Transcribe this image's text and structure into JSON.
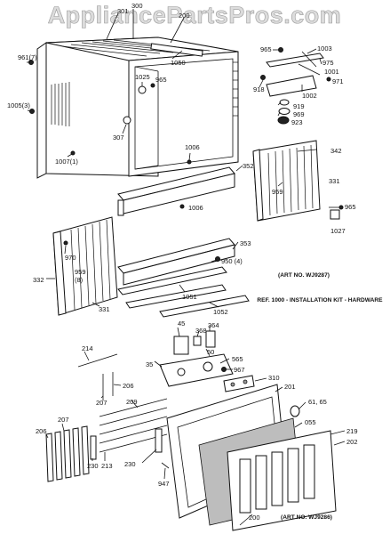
{
  "watermark": "AppliancePartsPros.com",
  "notes": {
    "art_top": "(ART NO. WJ9287)",
    "ref_kit": "REF. 1000 - INSTALLATION KIT - HARDWARE",
    "art_bottom": "(ART NO. WJ9286)"
  },
  "labels": {
    "l301": "301",
    "l300": "300",
    "l200_top": "200",
    "l961": "961(7)",
    "l1050": "1050",
    "l1025": "1025",
    "l965a": "965",
    "l1005": "1005(3)",
    "l307": "307",
    "l1007": "1007(1)",
    "l965b": "965",
    "l1003": "1003",
    "l975": "975",
    "l918": "918",
    "l1001": "1001",
    "l971": "971",
    "l1002": "1002",
    "l919": "919",
    "l969": "969",
    "l923": "923",
    "l1006a": "1006",
    "l352": "352",
    "l342": "342",
    "l331a": "331",
    "l959a": "959",
    "l1006b": "1006",
    "l965c": "965",
    "l1027": "1027",
    "l970": "970",
    "l353": "353",
    "l950": "950 (4)",
    "l332": "332",
    "l959b": "959",
    "l959b2": "(8)",
    "l1051": "1051",
    "l331b": "331",
    "l1052": "1052",
    "l45": "45",
    "l368": "368",
    "l364": "364",
    "l214": "214",
    "l35": "35",
    "l50": "50",
    "l565": "565",
    "l967": "967",
    "l310": "310",
    "l207a": "207",
    "l206a": "206",
    "l201": "201",
    "l209": "209",
    "l6165": "61, 65",
    "l055": "055",
    "l219": "219",
    "l202": "202",
    "l207b": "207",
    "l206b": "206",
    "l230a": "230",
    "l213": "213",
    "l230b": "230",
    "l947": "947",
    "l200_bot": "200"
  }
}
